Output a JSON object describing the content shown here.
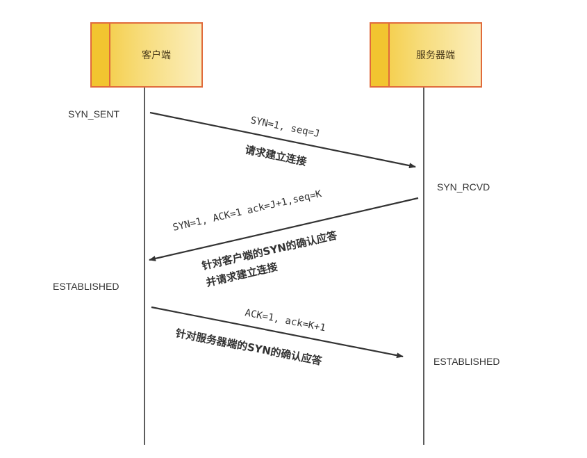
{
  "parties": {
    "client": "客户端",
    "server": "服务器端"
  },
  "states": {
    "client_syn_sent": "SYN_SENT",
    "server_syn_rcvd": "SYN_RCVD",
    "client_established": "ESTABLISHED",
    "server_established": "ESTABLISHED"
  },
  "messages": {
    "msg1": {
      "params": "SYN=1, seq=J",
      "desc": "请求建立连接"
    },
    "msg2": {
      "params": "SYN=1, ACK=1  ack=J+1,seq=K",
      "desc_line1": "针对客户端的SYN的确认应答",
      "desc_line2": "并请求建立连接"
    },
    "msg3": {
      "params": "ACK=1, ack=K+1",
      "desc": "针对服务器端的SYN的确认应答"
    }
  },
  "colors": {
    "box_border": "#e06a3b",
    "box_fill": "#f3c93a",
    "line": "#333333"
  }
}
